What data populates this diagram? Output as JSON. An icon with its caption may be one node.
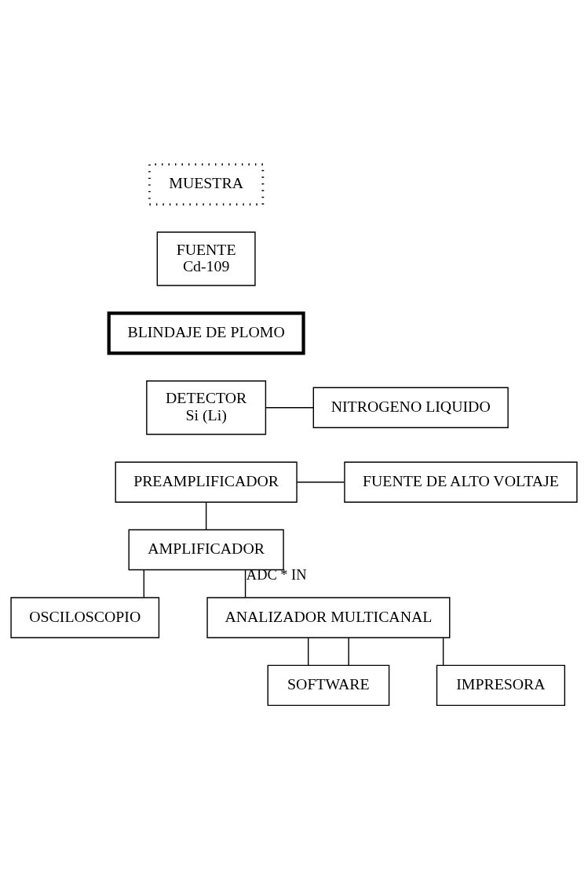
{
  "diagram": {
    "nodes": [
      {
        "text": [
          "MUESTRA"
        ]
      },
      {
        "text": [
          "FUENTE",
          "Cd-109"
        ]
      },
      {
        "text": [
          "BLINDAJE DE PLOMO"
        ]
      },
      {
        "text": [
          "DETECTOR",
          "Si (Li)"
        ]
      },
      {
        "text": [
          "NITROGENO LIQUIDO"
        ]
      },
      {
        "text": [
          "PREAMPLIFICADOR"
        ]
      },
      {
        "text": [
          "FUENTE DE ALTO VOLTAJE"
        ]
      },
      {
        "text": [
          "AMPLIFICADOR"
        ]
      },
      {
        "text": [
          "OSCILOSCOPIO"
        ]
      },
      {
        "text": [
          "ANALIZADOR MULTICANAL"
        ]
      },
      {
        "text": [
          "SOFTWARE"
        ]
      },
      {
        "text": [
          "IMPRESORA"
        ]
      }
    ],
    "edges": [
      {
        "from": 3,
        "to": 4,
        "arrow": "none"
      },
      {
        "from": 5,
        "to": 6,
        "arrow": "none"
      },
      {
        "from": 5,
        "to": 7,
        "arrow": "none"
      },
      {
        "from": 7,
        "to": 8,
        "arrow": "none"
      },
      {
        "from": 7,
        "to": 9,
        "arrow": "none",
        "label": "ADC * IN"
      },
      {
        "from": 9,
        "to": 10,
        "arrow": "none"
      },
      {
        "from": 9,
        "to": 10,
        "arrow": "none"
      },
      {
        "from": 9,
        "to": 11,
        "arrow": "none"
      }
    ]
  }
}
